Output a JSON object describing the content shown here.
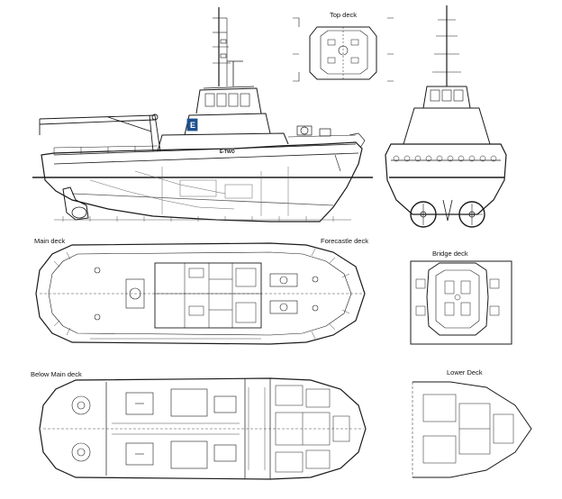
{
  "labels": {
    "top_deck": "Top deck",
    "main_deck": "Main deck",
    "forecastle_deck": "Forecastle deck",
    "bridge_deck": "Bridge deck",
    "below_main_deck": "Below Main deck",
    "lower_deck": "Lower Deck",
    "vessel_name": "E-TWO"
  },
  "colors": {
    "line": "#1a1a1a",
    "light_line": "#555555",
    "brand_logo": "#1e4f8f",
    "background": "#ffffff"
  }
}
